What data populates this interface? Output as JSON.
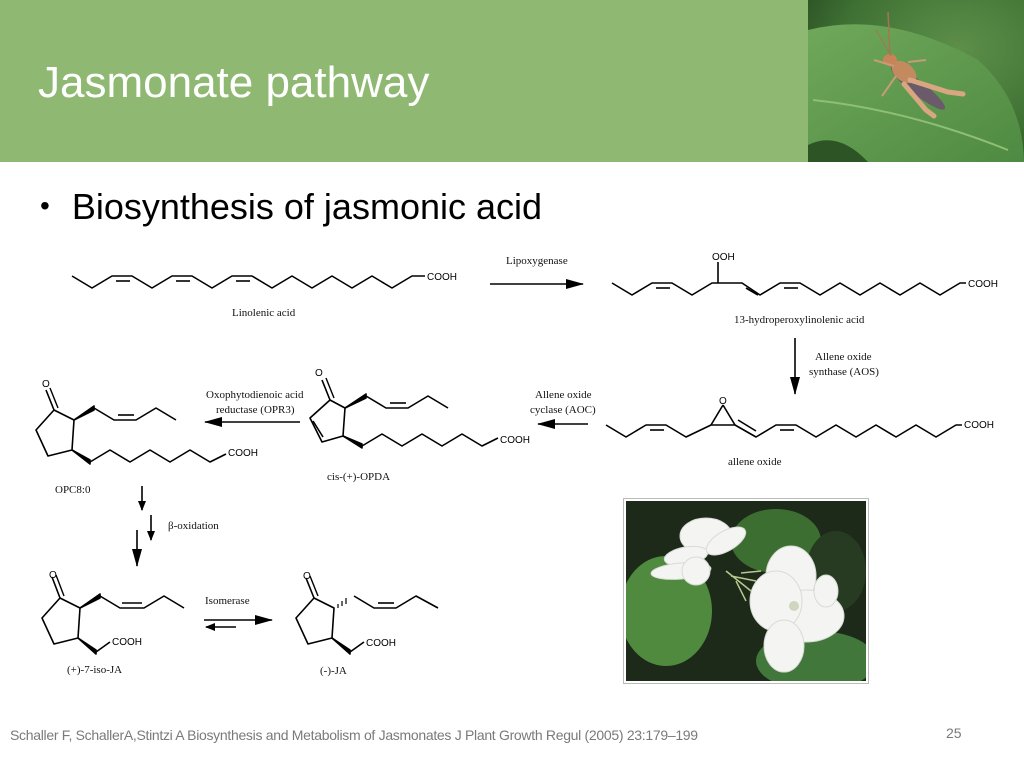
{
  "slide": {
    "title": "Jasmonate pathway",
    "bullet": "Biosynthesis of jasmonic acid",
    "bullet_symbol": "•",
    "page_number": "25",
    "citation": "Schaller F, SchallerA,Stintzi A Biosynthesis and Metabolism of Jasmonates J Plant Growth Regul (2005) 23:179–199",
    "colors": {
      "header": "#8fb972",
      "title_text": "#ffffff",
      "footer_text": "#7a7a7a"
    }
  },
  "images": {
    "top_right": "grasshopper on leaf photo",
    "bottom_right": "white jasmine flowers photo"
  },
  "pathway": {
    "compounds": {
      "linolenic": "Linolenic acid",
      "hpot": "13-hydroperoxylinolenic acid",
      "allene_oxide": "allene oxide",
      "opda": "cis-(+)-OPDA",
      "opc": "OPC8:0",
      "iso_ja": "(+)-7-iso-JA",
      "ja": "(-)-JA"
    },
    "enzymes": {
      "lox": "Lipoxygenase",
      "aos_1": "Allene oxide",
      "aos_2": "synthase (AOS)",
      "aoc_1": "Allene oxide",
      "aoc_2": "cyclase (AOC)",
      "opr_1": "Oxophytodienoic acid",
      "opr_2": "reductase (OPR3)",
      "beta_ox": "β-oxidation",
      "isomerase": "Isomerase"
    },
    "groups": {
      "cooh": "COOH",
      "ooh": "OOH",
      "o": "O"
    }
  }
}
